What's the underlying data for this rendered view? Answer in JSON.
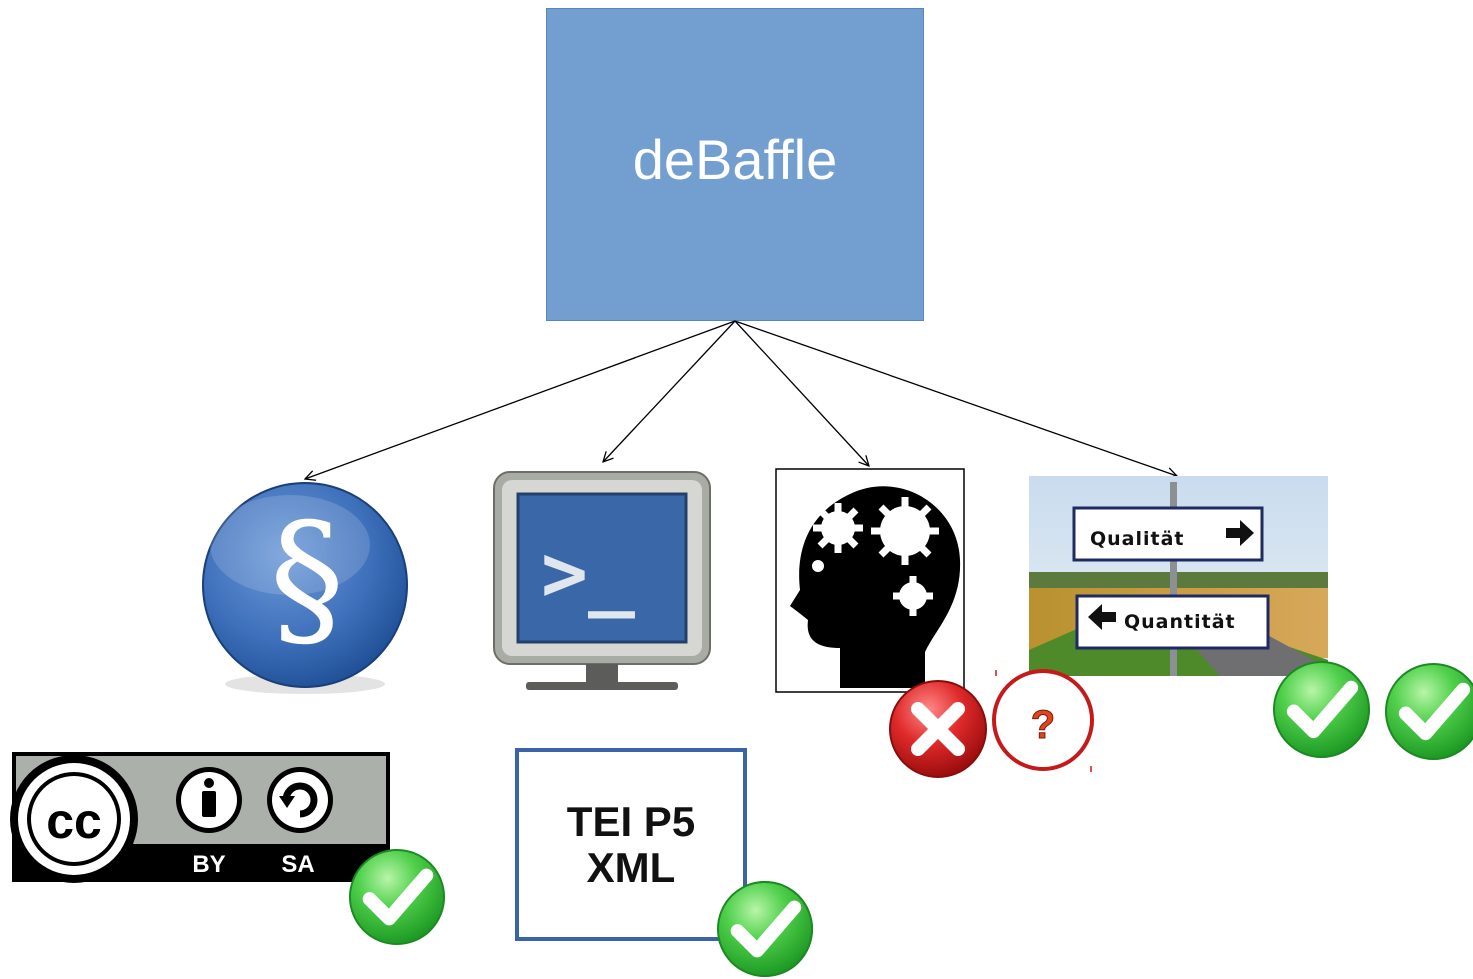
{
  "diagram": {
    "root": {
      "label": "deBaffle"
    },
    "children": [
      {
        "id": "legal",
        "icon": "paragraph-sign-icon",
        "glyph": "§"
      },
      {
        "id": "tools",
        "icon": "terminal-icon",
        "prompt": ">_"
      },
      {
        "id": "knowledge",
        "icon": "head-gears-icon"
      },
      {
        "id": "quality",
        "icon": "signpost-photo-icon",
        "sign_top": "Qualität",
        "sign_bottom": "Quantität"
      }
    ],
    "license": {
      "icon": "cc-by-sa-icon",
      "cc": "cc",
      "by": "BY",
      "sa": "SA"
    },
    "format": {
      "line1": "TEI P5",
      "line2": "XML"
    },
    "status_marks": [
      {
        "icon": "cross-icon",
        "color": "#d81e1e"
      },
      {
        "icon": "question-icon",
        "glyph": "?",
        "color": "#c41a1a"
      },
      {
        "icon": "check-icon",
        "color": "#3cc43c"
      }
    ]
  }
}
